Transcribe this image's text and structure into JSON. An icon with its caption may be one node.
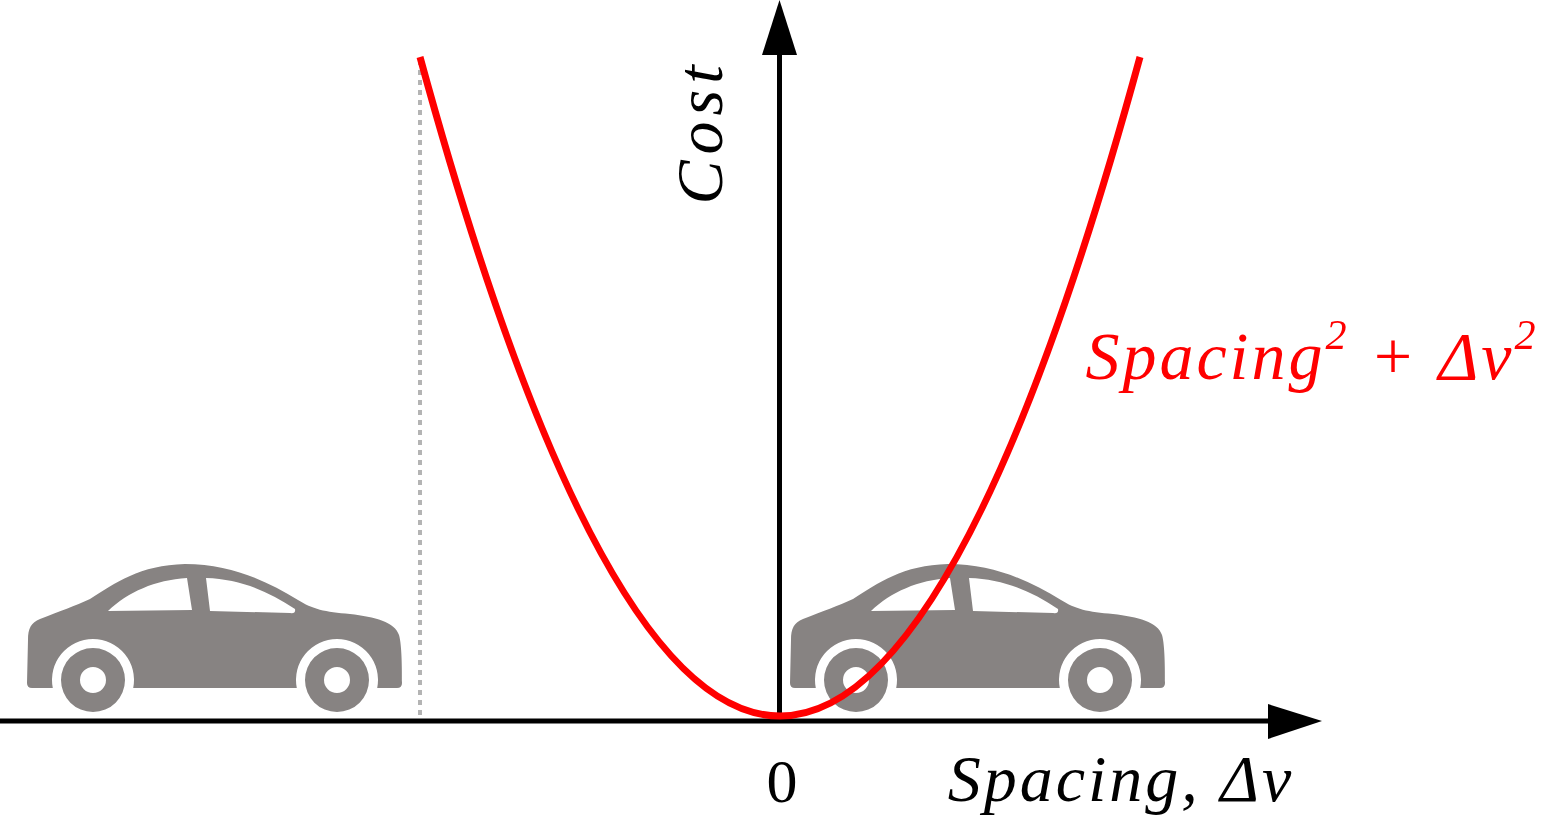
{
  "diagram": {
    "labels": [
      "Cost",
      "Spacing$^{2}$ + Δv$^{2}$",
      "0",
      "Spacing, Δv"
    ]
  }
}
